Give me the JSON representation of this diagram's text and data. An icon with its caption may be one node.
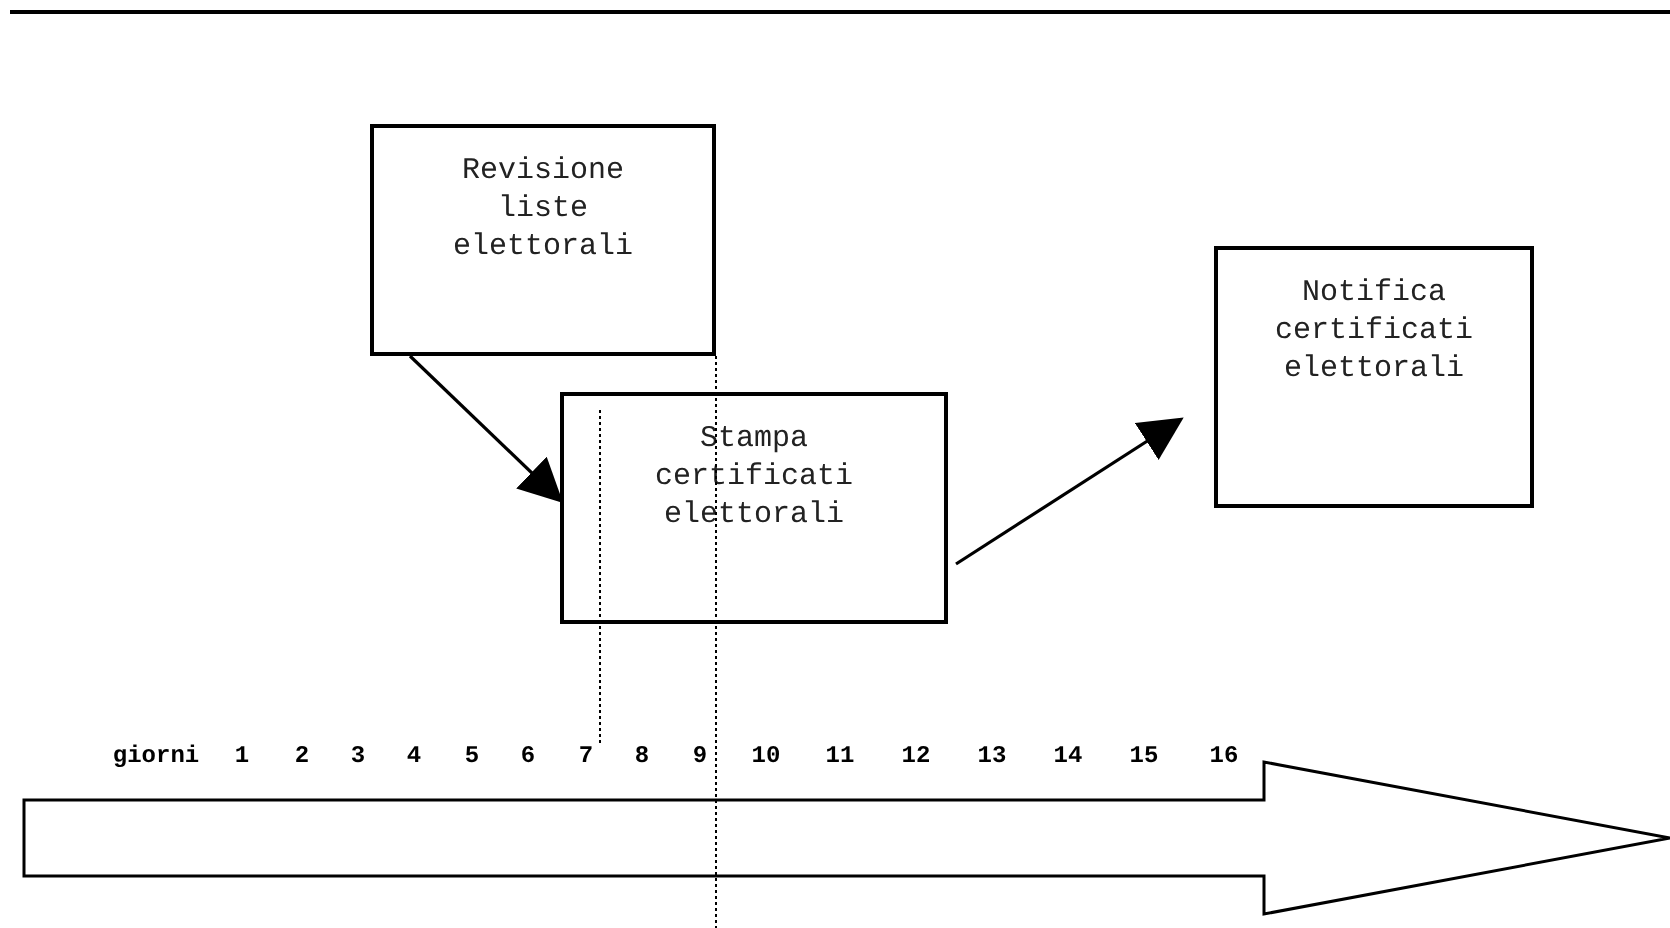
{
  "diagram": {
    "nodes": [
      {
        "text": [
          "Revisione liste elettorali"
        ]
      },
      {
        "text": [
          "Stampa certificati elettorali"
        ]
      },
      {
        "text": [
          "Notifica certificati elettorali"
        ]
      }
    ],
    "edges": [
      {
        "from": 0,
        "to": 1,
        "arrow": "to"
      },
      {
        "from": 1,
        "to": 2,
        "arrow": "to"
      }
    ],
    "labels": [
      "giorni",
      "1",
      "2",
      "3",
      "4",
      "5",
      "6",
      "7",
      "8",
      "9",
      "10",
      "11",
      "12",
      "13",
      "14",
      "15",
      "16"
    ]
  }
}
